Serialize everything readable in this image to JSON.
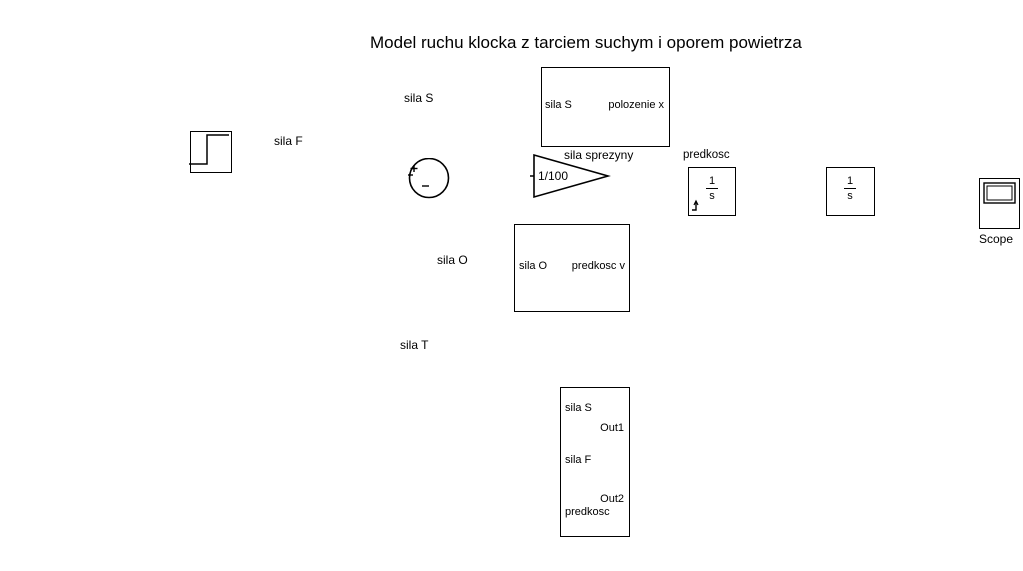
{
  "title": "Model ruchu klocka z tarciem suchym i oporem powietrza",
  "labels": {
    "sila_F": "sila F",
    "sila_S": "sila S",
    "sila_O": "sila O",
    "sila_T": "sila T",
    "sila_sprezyny": "sila sprezyny",
    "predkosc": "predkosc",
    "scope": "Scope"
  },
  "gain": {
    "value": "1/100"
  },
  "integrator_v": {
    "num": "1",
    "den": "s"
  },
  "integrator_x": {
    "num": "1",
    "den": "s"
  },
  "subsystem_spring": {
    "in": "sila S",
    "out": "polozenie x"
  },
  "subsystem_drag": {
    "in": "sila O",
    "out": "predkosc v"
  },
  "subsystem_friction": {
    "in1": "sila S",
    "out1": "Out1",
    "in2": "sila F",
    "out2": "Out2",
    "in3": "predkosc"
  }
}
